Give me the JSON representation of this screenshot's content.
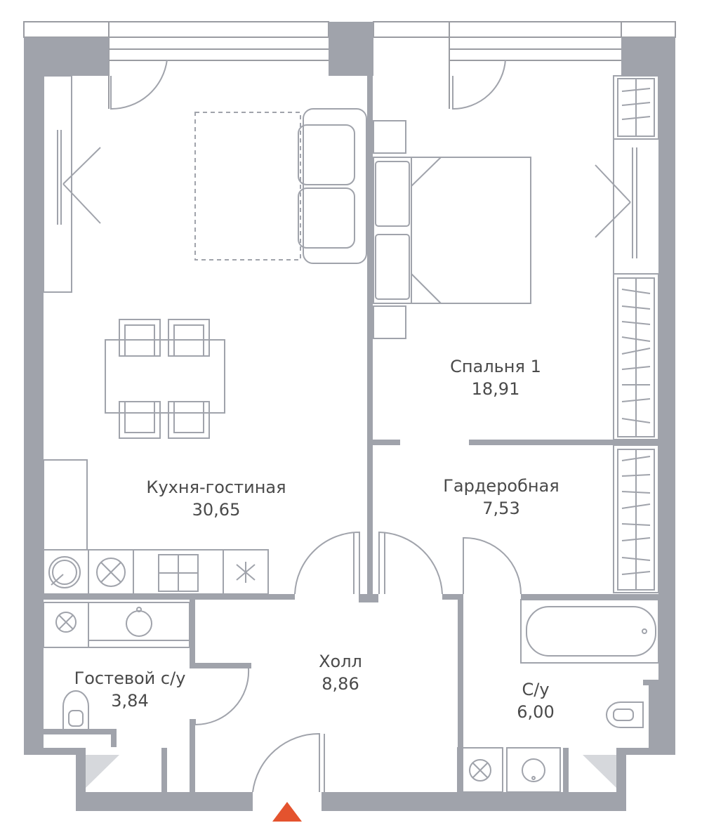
{
  "rooms": {
    "living": {
      "name": "Кухня-гостиная",
      "area": "30,65"
    },
    "bedroom": {
      "name": "Спальня 1",
      "area": "18,91"
    },
    "wardrobe": {
      "name": "Гардеробная",
      "area": "7,53"
    },
    "hall": {
      "name": "Холл",
      "area": "8,86"
    },
    "guest_wc": {
      "name": "Гостевой с/у",
      "area": "3,84"
    },
    "bathroom": {
      "name": "С/у",
      "area": "6,00"
    }
  },
  "colors": {
    "wall": "#a0a3ab",
    "line": "#9a9ca2",
    "entrance": "#e4532e"
  },
  "icons": [
    "entrance-arrow-icon",
    "toilet-icon",
    "sink-icon",
    "bathtub-icon",
    "stove-icon",
    "washing-machine-icon"
  ]
}
